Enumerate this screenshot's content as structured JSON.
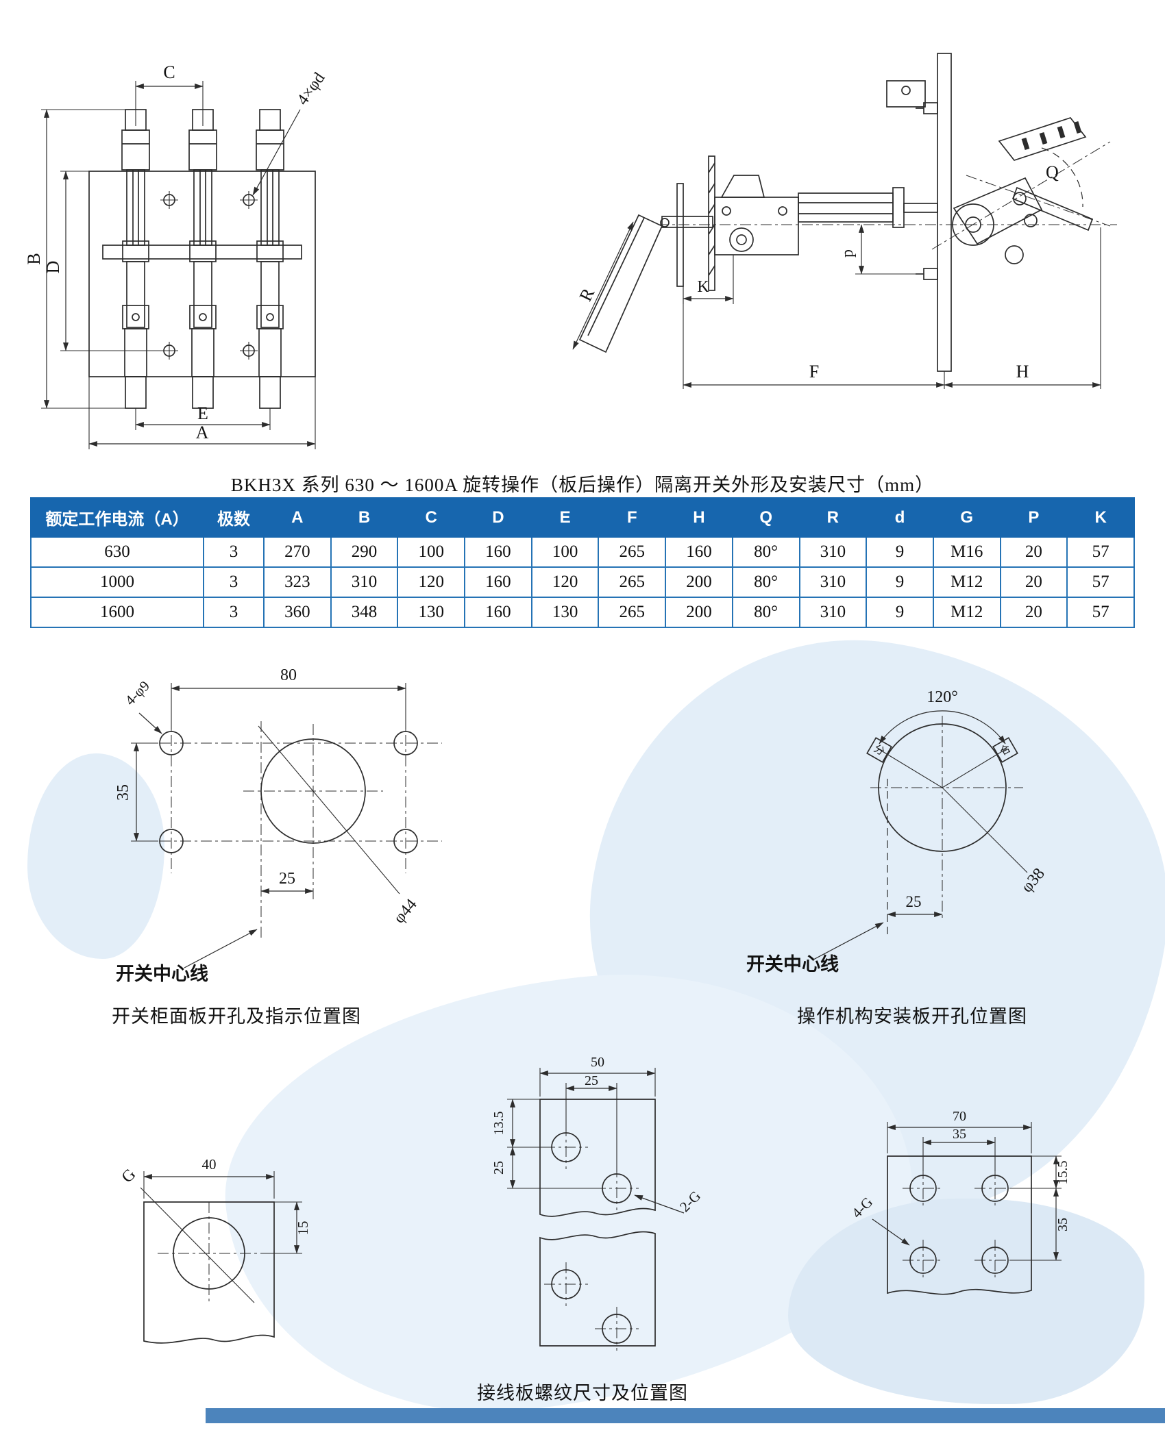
{
  "captions": {
    "main": "BKH3X 系列 630 ～ 1600A 旋转操作（板后操作）隔离开关外形及安装尺寸（mm）",
    "panel_cutout": "开关柜面板开孔及指示位置图",
    "mechanism_plate": "操作机构安装板开孔位置图",
    "terminal_plate": "接线板螺纹尺寸及位置图"
  },
  "colors": {
    "accent_blue": "#1766ae",
    "footer_band": "#4c84bc",
    "watermark": "#e3eef8"
  },
  "front_view": {
    "dim_a": "A",
    "dim_b": "B",
    "dim_c": "C",
    "dim_d": "D",
    "dim_e": "E",
    "holes_label": "4×φd"
  },
  "side_view": {
    "dim_f": "F",
    "dim_h": "H",
    "dim_k": "K",
    "dim_p": "p",
    "dim_q": "Q",
    "dim_r": "R"
  },
  "panel_cutout": {
    "dim_width": "80",
    "dim_height": "35",
    "dim_offset": "25",
    "holes_label": "4-φ9",
    "circle_label": "φ44",
    "center_line_label": "开关中心线"
  },
  "mechanism": {
    "angle_label": "120°",
    "dim_offset": "25",
    "circle_label": "φ38",
    "pos_left": "分",
    "pos_right": "合",
    "center_line_label": "开关中心线"
  },
  "terminal_single": {
    "dim_width": "40",
    "dim_height": "15",
    "thread_label": "G"
  },
  "terminal_double": {
    "dim_width": "50",
    "dim_span": "25",
    "dim_top": "13.5",
    "dim_side": "25",
    "thread_label": "2-G"
  },
  "terminal_quad": {
    "dim_width": "70",
    "dim_span": "35",
    "dim_top": "15.5",
    "dim_side": "35",
    "thread_label": "4-G"
  },
  "table": {
    "headers": [
      "额定工作电流（A）",
      "极数",
      "A",
      "B",
      "C",
      "D",
      "E",
      "F",
      "H",
      "Q",
      "R",
      "d",
      "G",
      "P",
      "K"
    ],
    "rows": [
      [
        "630",
        "3",
        "270",
        "290",
        "100",
        "160",
        "100",
        "265",
        "160",
        "80°",
        "310",
        "9",
        "M16",
        "20",
        "57"
      ],
      [
        "1000",
        "3",
        "323",
        "310",
        "120",
        "160",
        "120",
        "265",
        "200",
        "80°",
        "310",
        "9",
        "M12",
        "20",
        "57"
      ],
      [
        "1600",
        "3",
        "360",
        "348",
        "130",
        "160",
        "130",
        "265",
        "200",
        "80°",
        "310",
        "9",
        "M12",
        "20",
        "57"
      ]
    ]
  }
}
